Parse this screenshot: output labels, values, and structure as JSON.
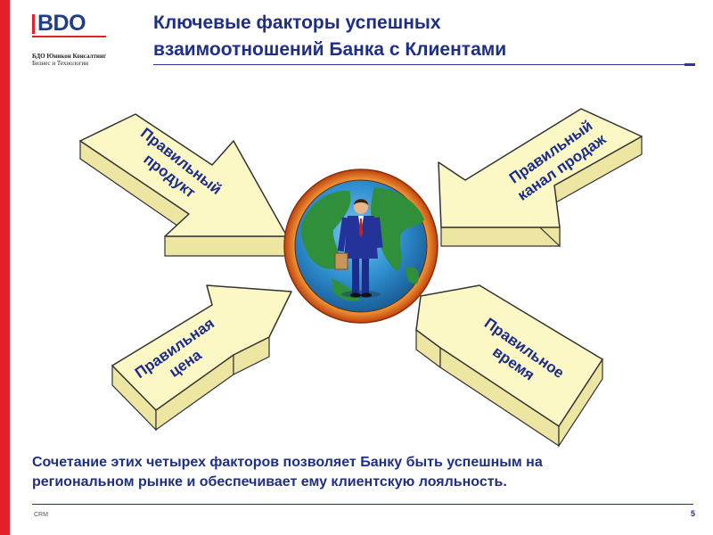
{
  "logo": {
    "mark": "BDO",
    "line1": "БДО Юникон Консалтинг",
    "line2": "Бизнес и Технологии"
  },
  "title": {
    "line1": "Ключевые факторы успешных",
    "line2": "взаимоотношений Банка с Клиентами"
  },
  "factors": {
    "top_left": {
      "line1": "Правильный",
      "line2": "продукт"
    },
    "top_right": {
      "line1": "Правильный",
      "line2": "канал продаж"
    },
    "bottom_left": {
      "line1": "Правильная",
      "line2": "цена"
    },
    "bottom_right": {
      "line1": "Правильное",
      "line2": "время"
    }
  },
  "caption": {
    "line1": "Сочетание этих четырех факторов позволяет Банку быть успешным на",
    "line2": "региональном рынке и обеспечивает ему клиентскую лояльность."
  },
  "footer": {
    "left": "CRM",
    "page_number": "5"
  },
  "colors": {
    "accent_red": "#e3202a",
    "title_blue": "#1f2f86",
    "arrow_fill": "#fbf8c6",
    "arrow_side": "#ece6a2",
    "globe_ring": "#d85a1a",
    "ocean": "#2f8fcf",
    "land": "#2f8f3a"
  },
  "icons": {
    "center": "businessman-on-globe-icon"
  }
}
